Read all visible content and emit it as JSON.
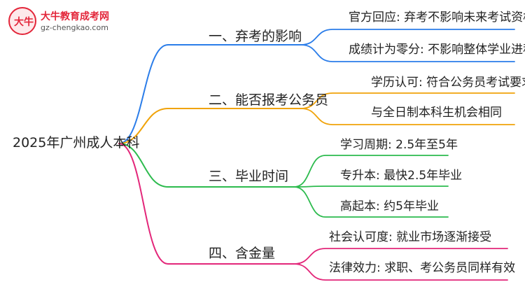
{
  "logo": {
    "badge_text": "大牛",
    "brand": "大牛教育成考网",
    "domain": "gz-chengkao.com"
  },
  "root": {
    "label": "2025年广州成人本科"
  },
  "branches": [
    {
      "label": "一、弃考的影响",
      "color": "#2b7de9",
      "leaves": [
        "官方回应: 弃考不影响未来考试资格",
        "成绩计为零分: 不影响整体学业进程"
      ]
    },
    {
      "label": "二、能否报考公务员",
      "color": "#f0a30a",
      "leaves": [
        "学历认可: 符合公务员考试要求",
        "与全日制本科生机会相同"
      ]
    },
    {
      "label": "三、毕业时间",
      "color": "#2dbb4e",
      "leaves": [
        "学习周期: 2.5年至5年",
        "专升本: 最快2.5年毕业",
        "高起本: 约5年毕业"
      ]
    },
    {
      "label": "四、含金量",
      "color": "#e3277a",
      "leaves": [
        "社会认可度: 就业市场逐渐接受",
        "法律效力: 求职、考公务员同样有效"
      ]
    }
  ]
}
